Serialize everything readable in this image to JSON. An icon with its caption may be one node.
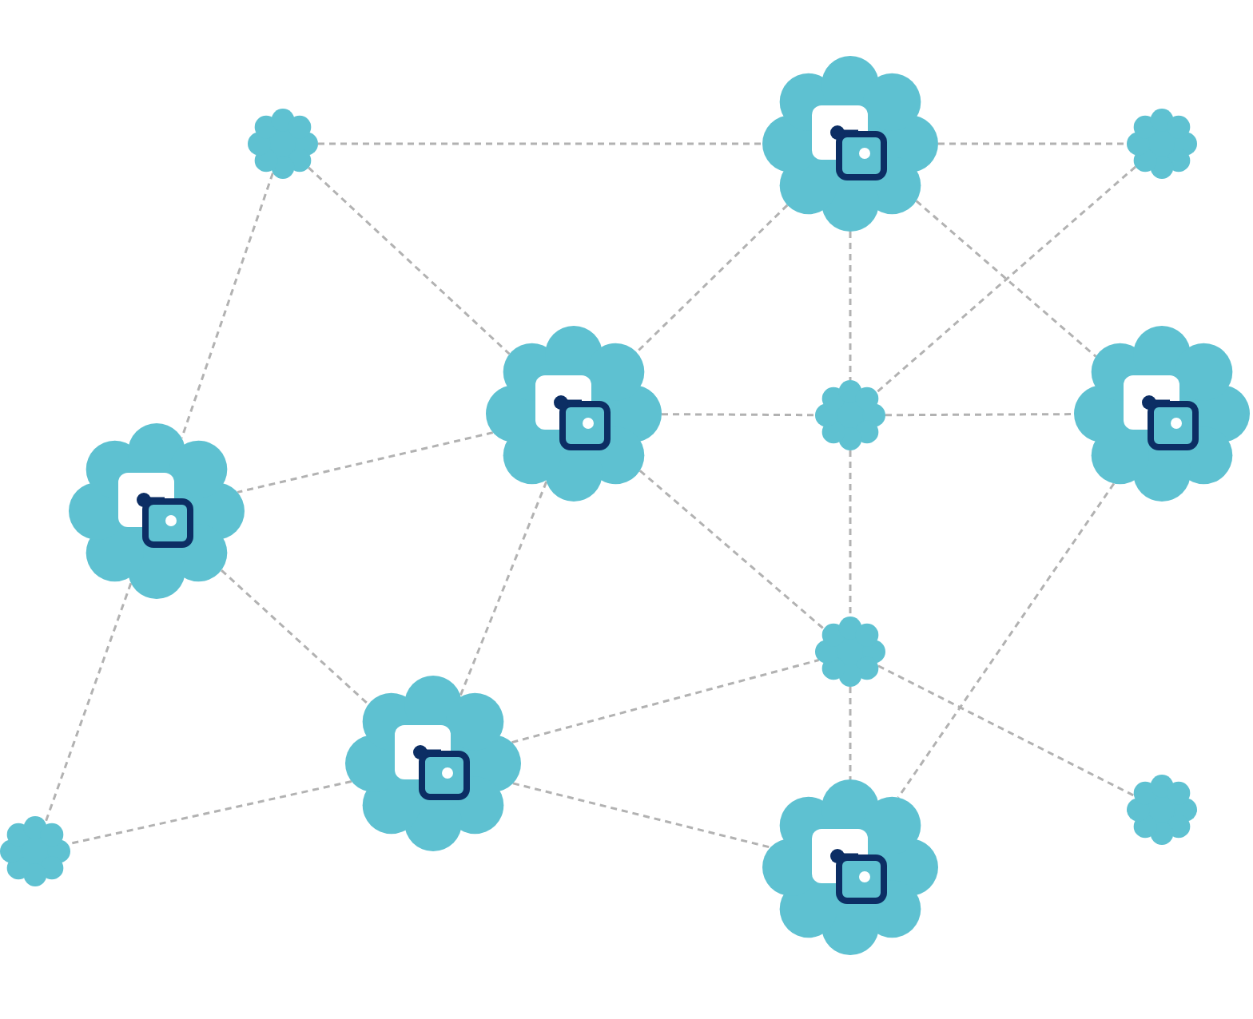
{
  "diagram": {
    "nodes": [
      {
        "text": [],
        "shape": "flower"
      },
      {
        "text": [],
        "shape": "flower"
      },
      {
        "text": [],
        "shape": "flower"
      },
      {
        "text": [],
        "shape": "flower"
      },
      {
        "text": [],
        "shape": "flower"
      },
      {
        "text": [],
        "shape": "flower"
      },
      {
        "text": [],
        "shape": "flower"
      },
      {
        "text": [],
        "shape": "flower"
      },
      {
        "text": [],
        "shape": "flower"
      },
      {
        "text": [],
        "shape": "flower"
      },
      {
        "text": [],
        "shape": "flower"
      },
      {
        "text": [],
        "shape": "flower"
      }
    ],
    "edges": [
      {
        "from": 0,
        "to": 1,
        "arrow": "none",
        "style": "dashed"
      },
      {
        "from": 1,
        "to": 2,
        "arrow": "none",
        "style": "dashed"
      },
      {
        "from": 0,
        "to": 3,
        "arrow": "none",
        "style": "dashed"
      },
      {
        "from": 0,
        "to": 6,
        "arrow": "none",
        "style": "dashed"
      },
      {
        "from": 1,
        "to": 3,
        "arrow": "none",
        "style": "dashed"
      },
      {
        "from": 1,
        "to": 4,
        "arrow": "none",
        "style": "dashed"
      },
      {
        "from": 1,
        "to": 5,
        "arrow": "none",
        "style": "dashed"
      },
      {
        "from": 2,
        "to": 4,
        "arrow": "none",
        "style": "dashed"
      },
      {
        "from": 3,
        "to": 4,
        "arrow": "none",
        "style": "dashed"
      },
      {
        "from": 4,
        "to": 5,
        "arrow": "none",
        "style": "dashed"
      },
      {
        "from": 3,
        "to": 6,
        "arrow": "none",
        "style": "dashed"
      },
      {
        "from": 3,
        "to": 8,
        "arrow": "none",
        "style": "dashed"
      },
      {
        "from": 3,
        "to": 7,
        "arrow": "none",
        "style": "dashed"
      },
      {
        "from": 4,
        "to": 7,
        "arrow": "none",
        "style": "dashed"
      },
      {
        "from": 5,
        "to": 11,
        "arrow": "none",
        "style": "dashed"
      },
      {
        "from": 6,
        "to": 8,
        "arrow": "none",
        "style": "dashed"
      },
      {
        "from": 6,
        "to": 10,
        "arrow": "none",
        "style": "dashed"
      },
      {
        "from": 8,
        "to": 7,
        "arrow": "none",
        "style": "dashed"
      },
      {
        "from": 8,
        "to": 10,
        "arrow": "none",
        "style": "dashed"
      },
      {
        "from": 8,
        "to": 11,
        "arrow": "none",
        "style": "dashed"
      },
      {
        "from": 7,
        "to": 11,
        "arrow": "none",
        "style": "dashed"
      },
      {
        "from": 7,
        "to": 9,
        "arrow": "none",
        "style": "dashed"
      }
    ]
  }
}
